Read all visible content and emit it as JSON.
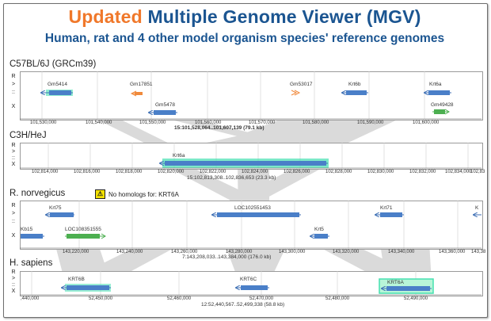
{
  "header": {
    "title_prefix": "Updated",
    "title_main": "Multiple Genome Viewer (MGV)",
    "subtitle": "Human, rat and 4 other model organism species' reference genomes"
  },
  "controls": {
    "r": "R",
    "gt": ">",
    "dots": "::",
    "x": "X"
  },
  "tracks": [
    {
      "name": "C57BL/6J (GRCm39)",
      "genes": [
        "Gm5414",
        "Gm17851",
        "Gm5478",
        "Gm53017",
        "Krt6b",
        "Krt6a",
        "Gm49428"
      ],
      "ticks": [
        "101,530,000",
        "101,540,000",
        "101,550,000",
        "101,560,000",
        "101,570,000",
        "101,580,000",
        "101,590,000",
        "101,600,000"
      ],
      "range": "15:101,528,064..101,607,139 (79.1 kb)"
    },
    {
      "name": "C3H/HeJ",
      "genes": [
        "Krt6a"
      ],
      "ticks": [
        "102,814,000",
        "102,816,000",
        "102,818,000",
        "102,820,000",
        "102,822,000",
        "102,824,000",
        "102,826,000",
        "102,828,000",
        "102,830,000",
        "102,832,000",
        "102,834,000",
        "102,83"
      ],
      "range": "15:102,813,308..102,836,653 (23.3 kb)"
    },
    {
      "name": "R. norvegicus",
      "notice": "No homologs for: KRT6A",
      "genes": [
        "Krt75",
        "LOC102551453",
        "Krt71",
        "K",
        "Kb15",
        "LOC108351555",
        "Krt5"
      ],
      "ticks": [
        "143,220,000",
        "143,240,000",
        "143,260,000",
        "143,280,000",
        "143,300,000",
        "143,320,000",
        "143,340,000",
        "143,360,000",
        "143,38"
      ],
      "range": "7:143,208,033..143,384,000 (176.0 kb)"
    },
    {
      "name": "H. sapiens",
      "genes": [
        "KRT6B",
        "KRT6C",
        "KRT6A"
      ],
      "ticks": [
        ",440,000",
        "52,450,000",
        "52,460,000",
        "52,470,000",
        "52,480,000",
        "52,490,000"
      ],
      "range": "12:52,440,567..52,499,338 (58.8 kb)"
    }
  ],
  "colors": {
    "title_orange": "#f0782a",
    "title_blue": "#1b5591",
    "gene_blue": "#4a7fc8",
    "gene_orange": "#f08a3c",
    "gene_green": "#4caf50",
    "highlight": "#45e0b0",
    "homology_band": "#b8b8b8"
  }
}
